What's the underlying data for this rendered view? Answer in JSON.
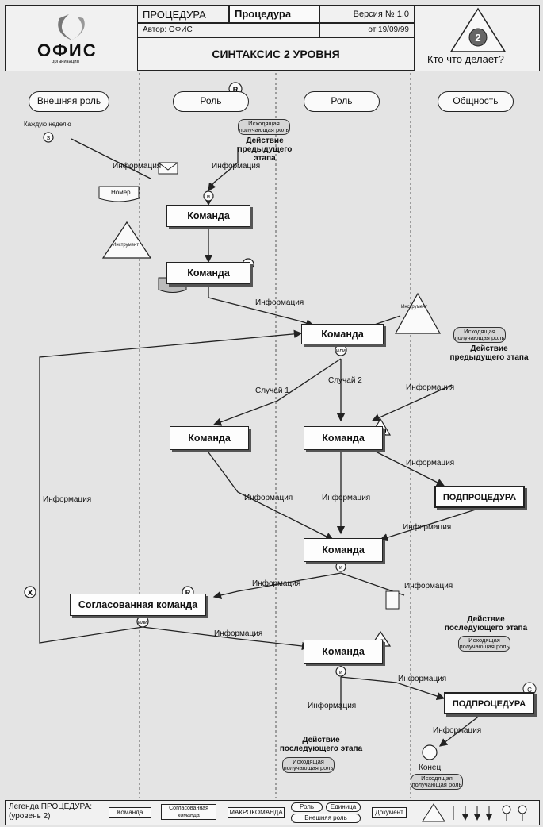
{
  "header": {
    "logo": "ОФИС",
    "logo_sub": "организация",
    "doc_type": "ПРОЦЕДУРА",
    "title_field": "Процедура",
    "version": "Версия № 1.0",
    "author": "Автор: ОФИС",
    "date": "от 19/09/99",
    "subtitle": "СИНТАКСИС 2 УРОВНЯ",
    "corner_number": "2",
    "corner_label": "Кто что делает?"
  },
  "lanes": [
    "Внешняя роль",
    "Роль",
    "Роль",
    "Общность"
  ],
  "role_marker": "R",
  "boxes": {
    "cmd1": "Команда",
    "cmd2": "Команда",
    "cmd3": "Команда",
    "cmd4": "Команда",
    "cmd5": "Команда",
    "cmd6": "Команда",
    "cmd7": "Команда",
    "agreed": "Согласованная команда",
    "sub1": "ПОДПРОЦЕДУРА",
    "sub2": "ПОДПРОЦЕДУРА"
  },
  "labels": {
    "info": "Информация",
    "every_week": "Каждую неделю",
    "number": "Номер",
    "instrument": "Инструмент",
    "case1": "Случай 1",
    "case2": "Случай 2",
    "prev_stage": "Действие предыдущего этапа",
    "next_stage": "Действие последующего этапа",
    "outgoing_role": "Исходящая получающая роль",
    "end": "Конец",
    "and": "и",
    "or": "или",
    "x": "X",
    "r": "R",
    "s": "S",
    "q": "Q",
    "c": "С"
  },
  "legend": {
    "title": "Легенда ПРОЦЕДУРА: (уровень 2)",
    "items": [
      "Команда",
      "Согласованная команда",
      "МАКРОКОМАНДА",
      "Роль",
      "Единица",
      "Внешняя роль",
      "Документ"
    ]
  }
}
